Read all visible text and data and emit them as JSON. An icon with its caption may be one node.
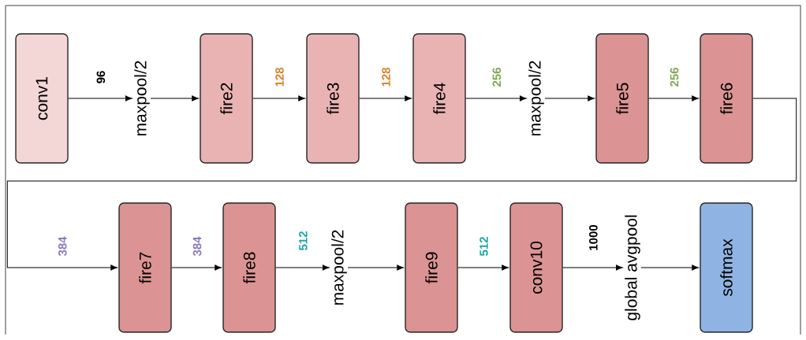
{
  "diagram": {
    "nodes": [
      {
        "text": [
          "conv1"
        ]
      },
      {
        "text": [
          "maxpool/2"
        ]
      },
      {
        "text": [
          "fire2"
        ]
      },
      {
        "text": [
          "fire3"
        ]
      },
      {
        "text": [
          "fire4"
        ]
      },
      {
        "text": [
          "maxpool/2"
        ]
      },
      {
        "text": [
          "fire5"
        ]
      },
      {
        "text": [
          "fire6"
        ]
      },
      {
        "text": [
          "fire7"
        ]
      },
      {
        "text": [
          "fire8"
        ]
      },
      {
        "text": [
          "maxpool/2"
        ]
      },
      {
        "text": [
          "fire9"
        ]
      },
      {
        "text": [
          "conv10"
        ]
      },
      {
        "text": [
          "global avgpool"
        ]
      },
      {
        "text": [
          "softmax"
        ]
      }
    ],
    "edges": [
      {
        "from": 0,
        "to": 1,
        "arrow": "to",
        "label": "96"
      },
      {
        "from": 1,
        "to": 2,
        "arrow": "to"
      },
      {
        "from": 2,
        "to": 3,
        "arrow": "to",
        "label": "128"
      },
      {
        "from": 3,
        "to": 4,
        "arrow": "to",
        "label": "128"
      },
      {
        "from": 4,
        "to": 5,
        "arrow": "to",
        "label": "256"
      },
      {
        "from": 5,
        "to": 6,
        "arrow": "to"
      },
      {
        "from": 6,
        "to": 7,
        "arrow": "to",
        "label": "256"
      },
      {
        "from": 7,
        "to": 8,
        "arrow": "to",
        "label": "384"
      },
      {
        "from": 8,
        "to": 9,
        "arrow": "to",
        "label": "384"
      },
      {
        "from": 9,
        "to": 10,
        "arrow": "to",
        "label": "512"
      },
      {
        "from": 10,
        "to": 11,
        "arrow": "to"
      },
      {
        "from": 11,
        "to": 12,
        "arrow": "to",
        "label": "512"
      },
      {
        "from": 12,
        "to": 13,
        "arrow": "to",
        "label": "1000"
      },
      {
        "from": 13,
        "to": 14,
        "arrow": "to"
      }
    ]
  }
}
